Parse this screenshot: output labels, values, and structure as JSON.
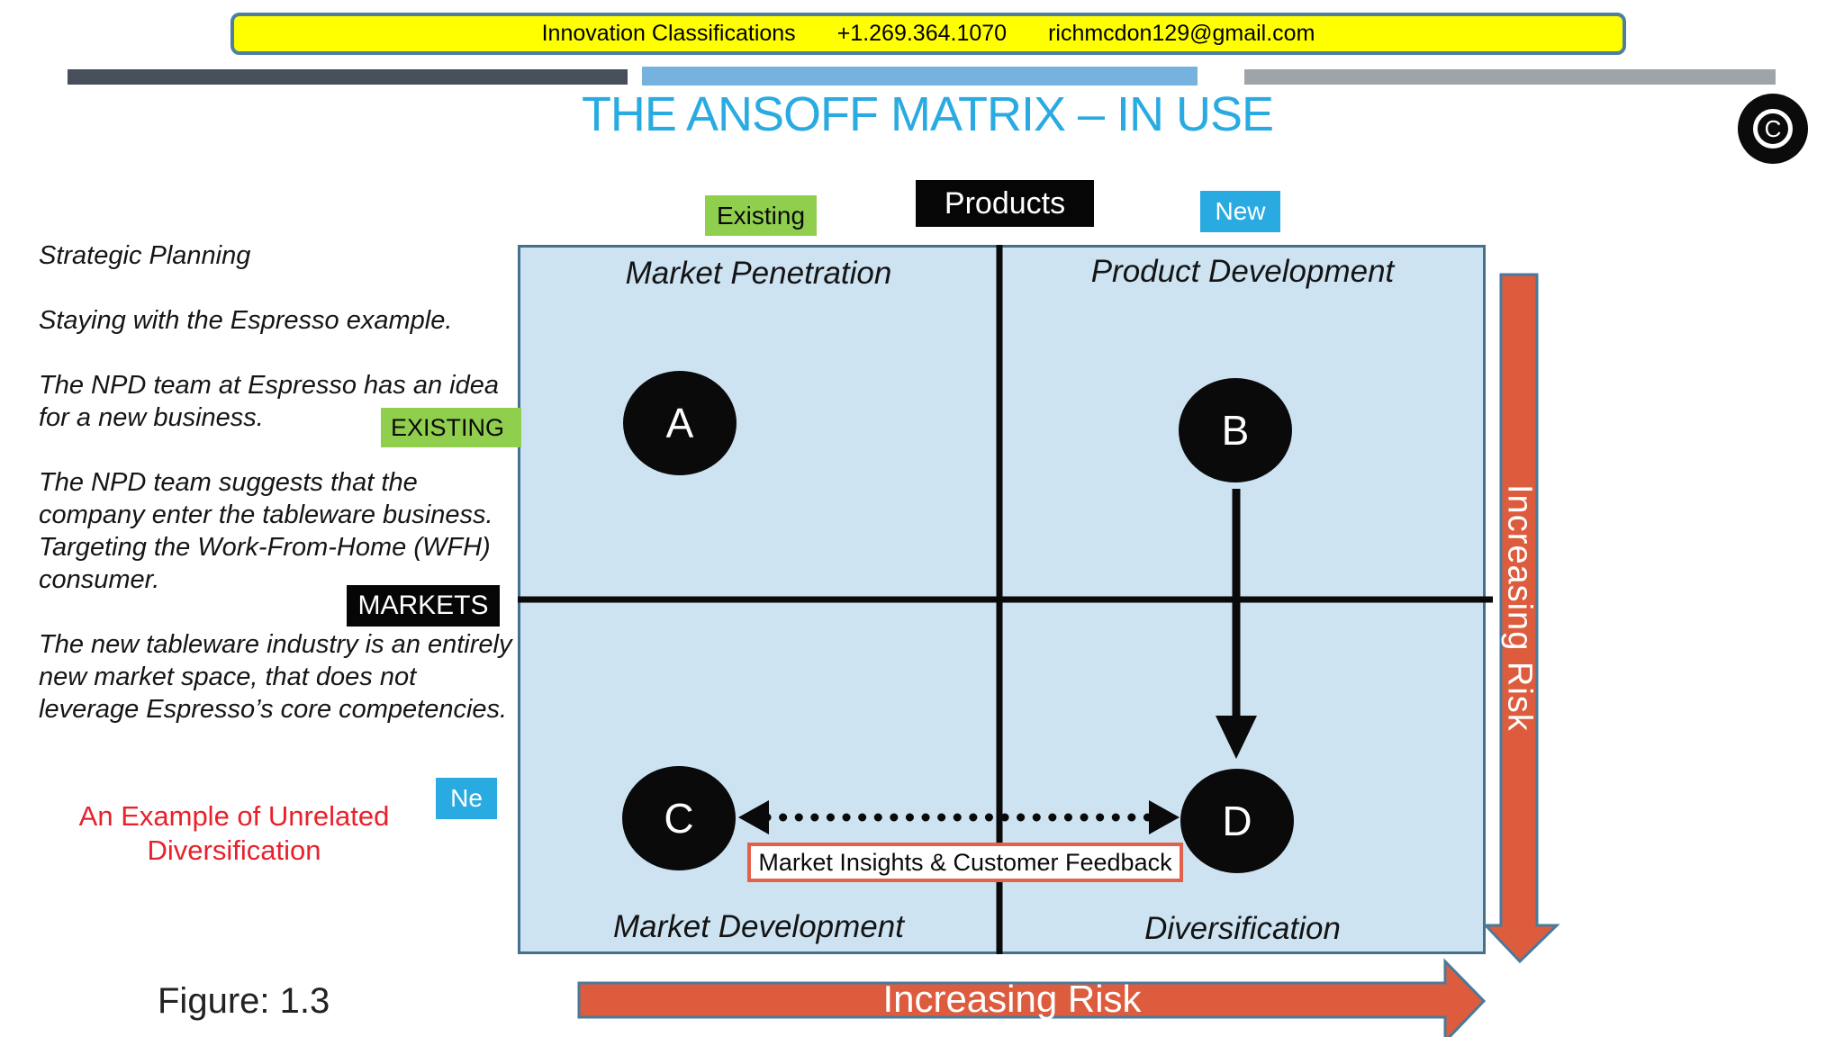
{
  "header": {
    "banner_items": [
      "Innovation Classifications",
      "+1.269.364.1070",
      "richmcdon129@gmail.com"
    ],
    "title": "THE ANSOFF MATRIX – IN USE",
    "copyright_glyph": "C"
  },
  "axes": {
    "products_label": "Products",
    "products_existing": "Existing",
    "products_new": "New",
    "markets_label": "MARKETS",
    "markets_existing": "EXISTING",
    "markets_new": "Ne"
  },
  "notes": {
    "paragraphs": [
      "Strategic Planning",
      "Staying with the Espresso example.",
      "The NPD team at Espresso has an idea for a new business.",
      "The NPD team suggests that the company enter the tableware business.",
      "Targeting the Work-From-Home (WFH) consumer.",
      "The new tableware industry is an entirely new market space, that does not leverage Espresso’s core competencies."
    ],
    "emphasis": "An Example of Unrelated Diversification"
  },
  "matrix": {
    "quadrants": [
      {
        "title": "Market Penetration",
        "marker": "A"
      },
      {
        "title": "Product Development",
        "marker": "B"
      },
      {
        "title": "Market Development",
        "marker": "C"
      },
      {
        "title": "Diversification",
        "marker": "D"
      }
    ],
    "feedback_label": "Market Insights & Customer Feedback",
    "risk_vertical": "Increasing Risk",
    "risk_horizontal": "Increasing Risk"
  },
  "figure_caption": "Figure: 1.3",
  "colors": {
    "title_accent": "#29ABE2",
    "banner_yellow": "#FFFF00",
    "banner_border": "#4D7F9E",
    "highlight_green": "#90CE4E",
    "highlight_cyan": "#29ABE2",
    "matrix_fill": "#CDE3F2",
    "matrix_border": "#44708C",
    "arrow_orange": "#DD5C3E",
    "arrow_border": "#4A7A99",
    "emphasis_red": "#E8212B"
  }
}
